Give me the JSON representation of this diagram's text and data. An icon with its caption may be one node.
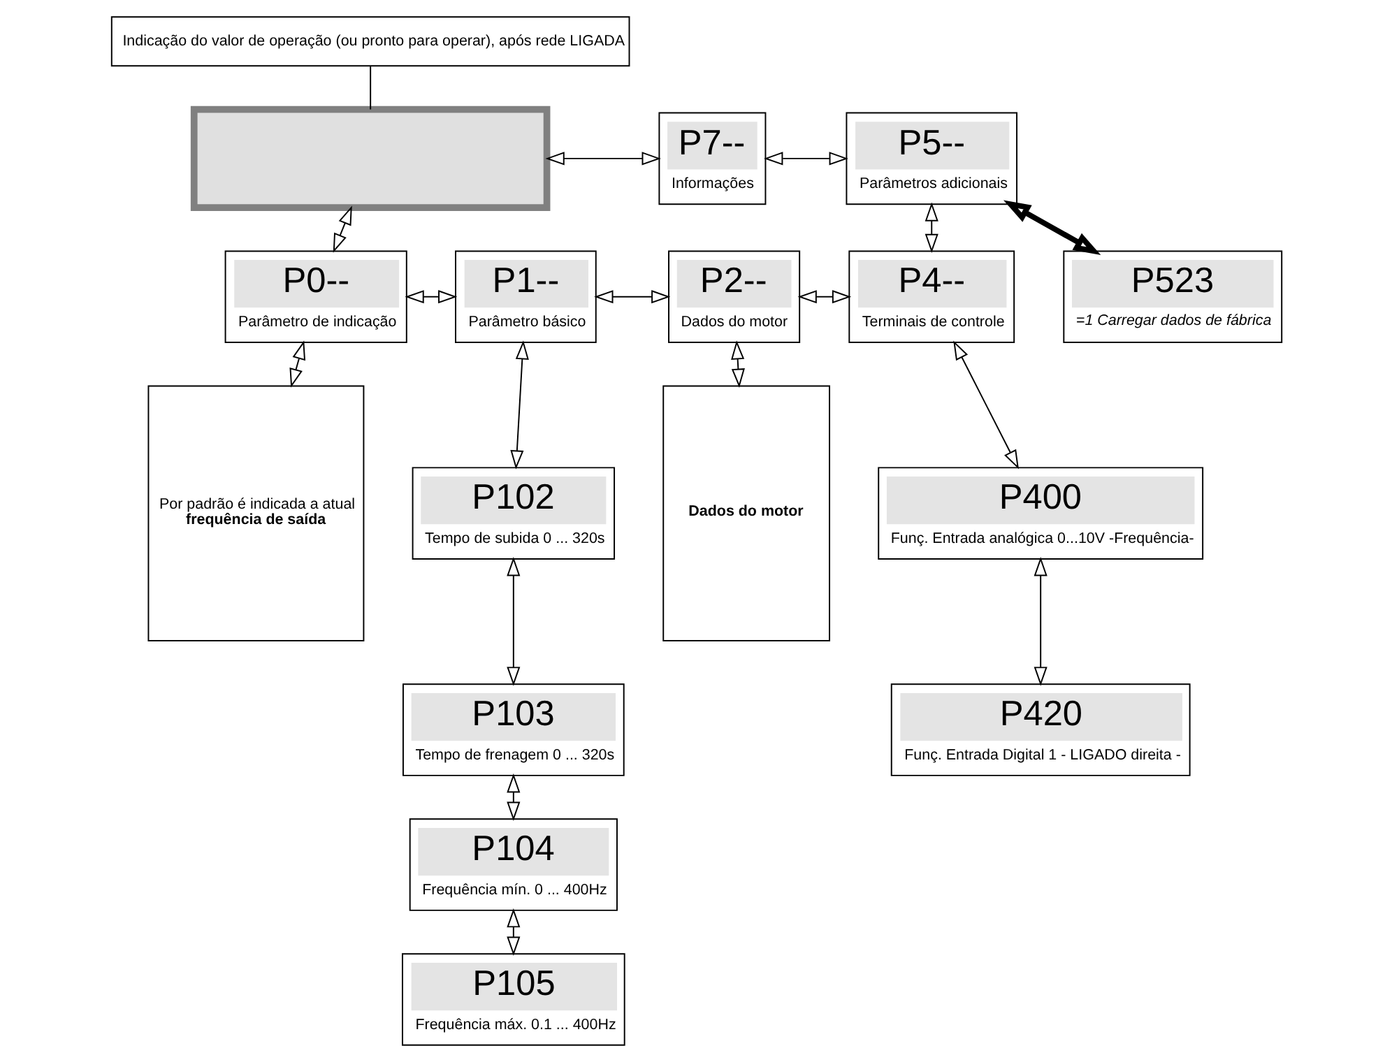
{
  "diagram": {
    "nodes": [
      {
        "text": [
          "Indicação do valor de operação (ou pronto para operar), após rede LIGADA"
        ]
      },
      {
        "text": [],
        "shape": "box"
      },
      {
        "text": [
          "P7--",
          "Informações"
        ]
      },
      {
        "text": [
          "P5--",
          "Parâmetros adicionais"
        ]
      },
      {
        "text": [
          "P523",
          "=1 Carregar dados de fábrica"
        ]
      },
      {
        "text": [
          "P0--",
          "Parâmetro de indicação"
        ]
      },
      {
        "text": [
          "P1--",
          "Parâmetro básico"
        ]
      },
      {
        "text": [
          "P2--",
          "Dados do motor"
        ]
      },
      {
        "text": [
          "P4--",
          "Terminais de controle"
        ]
      },
      {
        "text": [
          "Por padrão é indicada a atual **frequência de saída**"
        ]
      },
      {
        "text": [
          "P102",
          "Tempo de subida 0 ... 320s"
        ]
      },
      {
        "text": [
          "P103",
          "Tempo de frenagem 0 ... 320s"
        ]
      },
      {
        "text": [
          "P104",
          "Frequência mín. 0 ... 400Hz"
        ]
      },
      {
        "text": [
          "P105",
          "Frequência máx. 0.1 ... 400Hz"
        ]
      },
      {
        "text": [
          "Dados do motor"
        ]
      },
      {
        "text": [
          "P400",
          "Funç. Entrada analógica 0...10V -Frequência-"
        ]
      },
      {
        "text": [
          "P420",
          "Funç. Entrada Digital 1 - LIGADO direita -"
        ]
      }
    ],
    "edges": [
      {
        "from": 0,
        "to": 1,
        "arrow": "none"
      },
      {
        "from": 5,
        "to": 1,
        "arrow": "both"
      },
      {
        "from": 1,
        "to": 2,
        "arrow": "both"
      },
      {
        "from": 2,
        "to": 3,
        "arrow": "both"
      },
      {
        "from": 3,
        "to": 4,
        "arrow": "both",
        "style": "thick"
      },
      {
        "from": 3,
        "to": 8,
        "arrow": "both"
      },
      {
        "from": 7,
        "to": 8,
        "arrow": "both"
      },
      {
        "from": 6,
        "to": 7,
        "arrow": "both"
      },
      {
        "from": 5,
        "to": 6,
        "arrow": "both"
      },
      {
        "from": 5,
        "to": 9,
        "arrow": "both"
      },
      {
        "from": 6,
        "to": 10,
        "arrow": "both"
      },
      {
        "from": 10,
        "to": 11,
        "arrow": "both"
      },
      {
        "from": 11,
        "to": 12,
        "arrow": "both"
      },
      {
        "from": 12,
        "to": 13,
        "arrow": "both"
      },
      {
        "from": 7,
        "to": 14,
        "arrow": "both"
      },
      {
        "from": 8,
        "to": 15,
        "arrow": "both"
      },
      {
        "from": 15,
        "to": 16,
        "arrow": "both"
      }
    ]
  }
}
